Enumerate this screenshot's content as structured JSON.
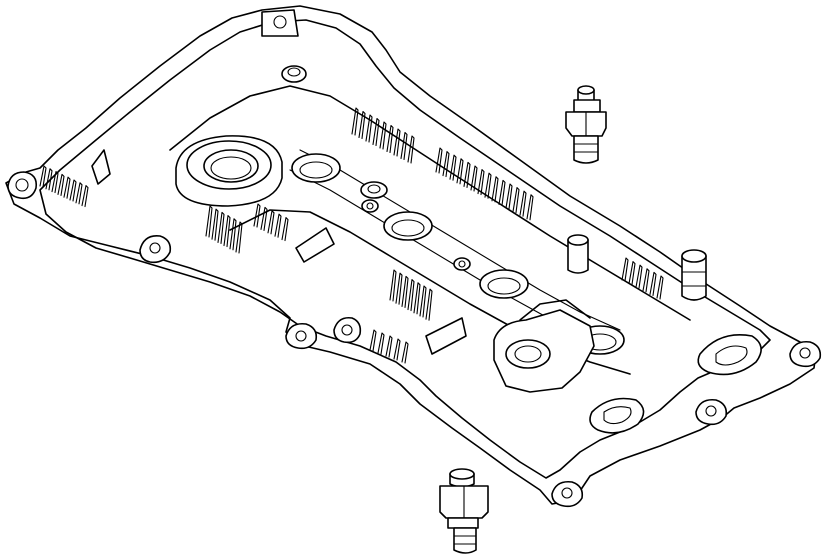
{
  "diagram": {
    "subject": "",
    "colors": {
      "line": "#000000",
      "background": "#ffffff"
    },
    "parts": [
      {
        "id": "valve-cover"
      },
      {
        "id": "pcv-valve-upper"
      },
      {
        "id": "pcv-valve-lower"
      }
    ]
  }
}
